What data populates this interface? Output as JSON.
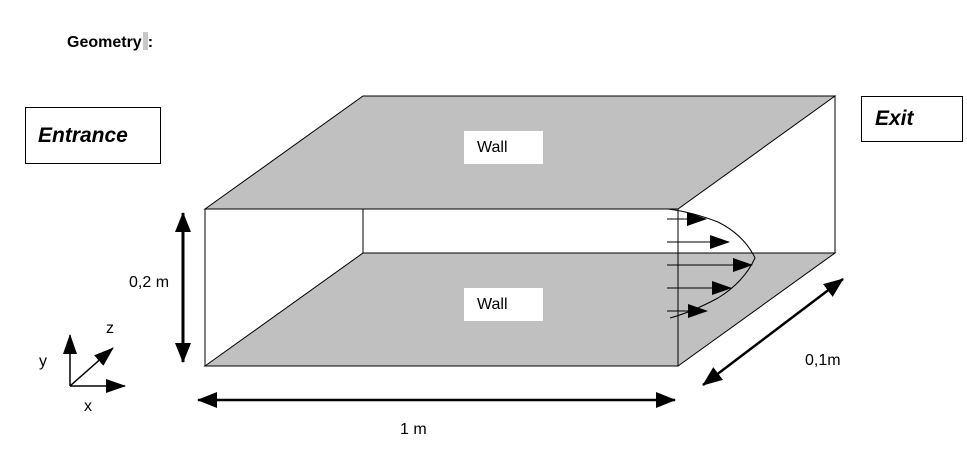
{
  "header": {
    "title": "Geometry",
    "title_suffix": ":"
  },
  "labels": {
    "entrance": "Entrance",
    "exit": "Exit",
    "wall_top": "Wall",
    "wall_bottom": "Wall"
  },
  "dimensions": {
    "height": "0,2 m",
    "length": "1 m",
    "depth": "0,1m"
  },
  "axes": {
    "x": "x",
    "y": "y",
    "z": "z"
  },
  "colors": {
    "wall_fill": "#c0c0c0",
    "line": "#000000",
    "background": "#ffffff"
  },
  "velocity_profile": {
    "arrow_count": 5,
    "shape": "parabolic"
  }
}
